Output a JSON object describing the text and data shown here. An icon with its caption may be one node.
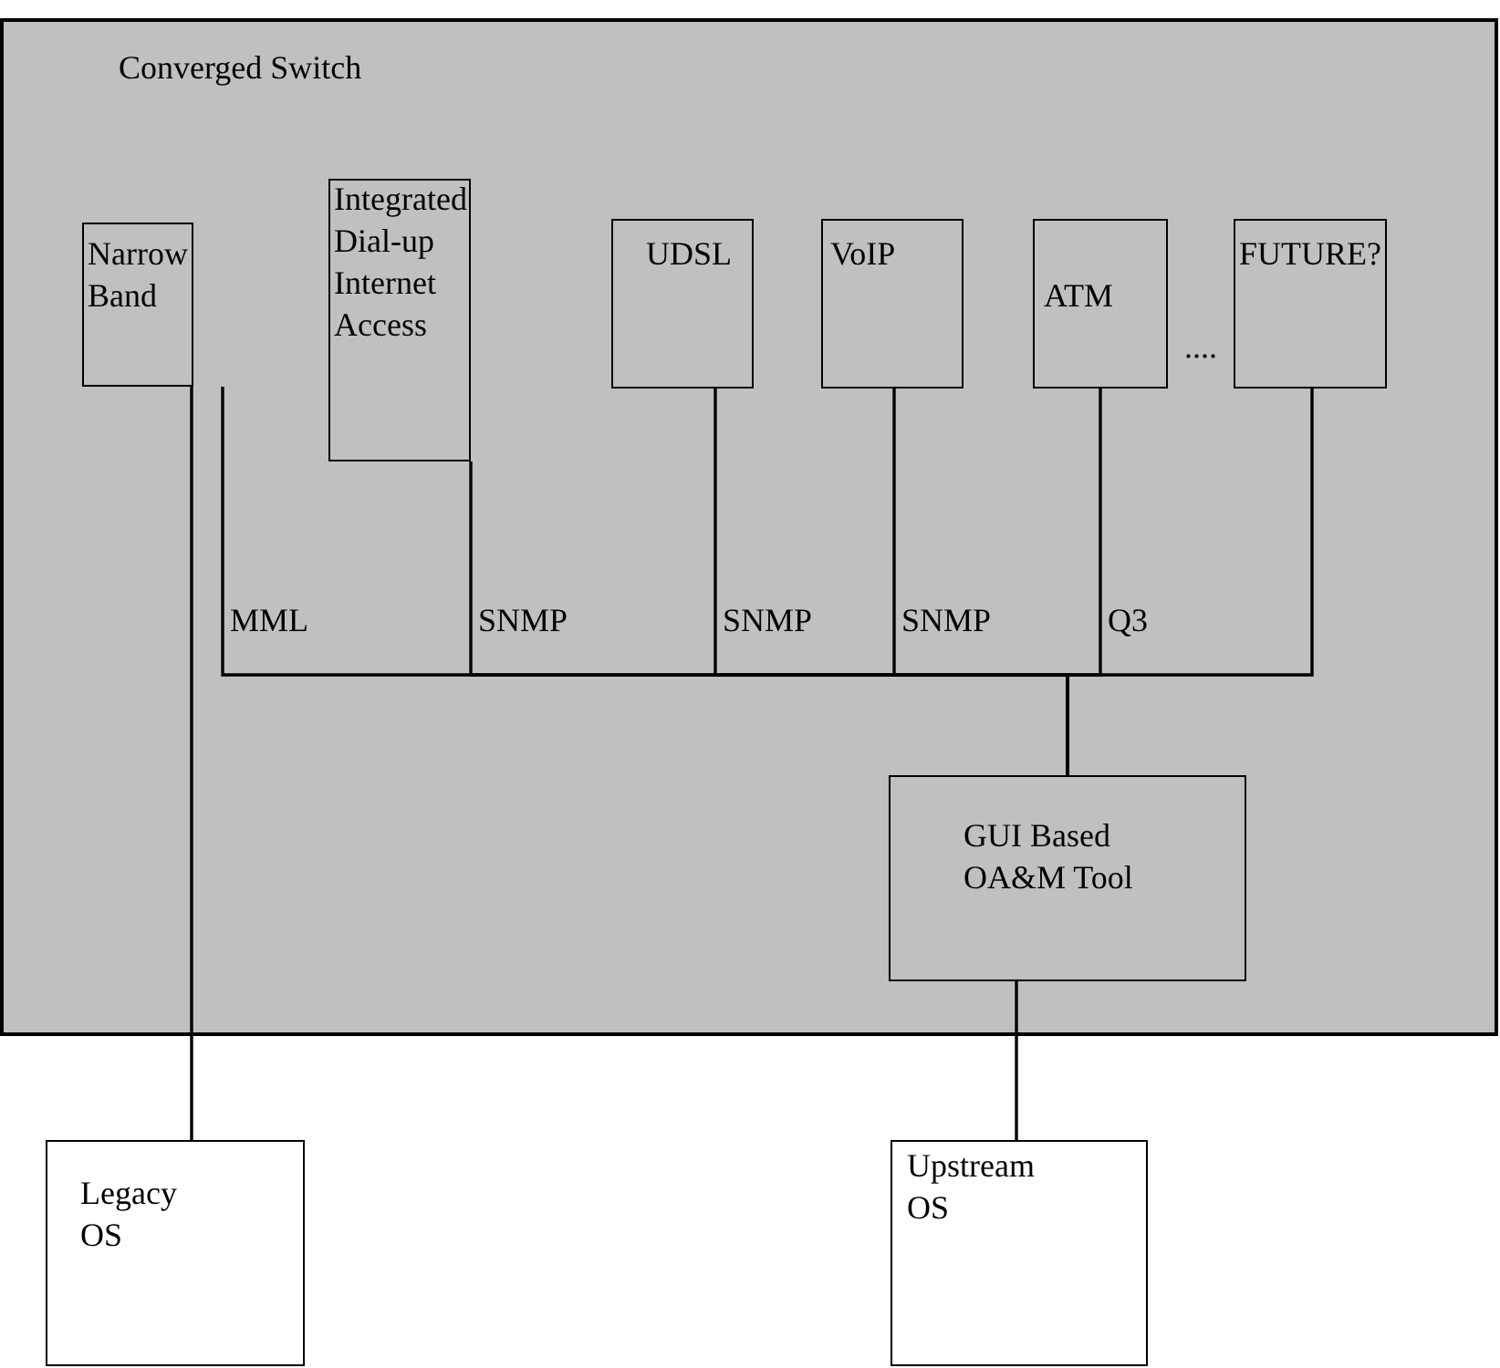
{
  "diagram": {
    "nodes": [
      {
        "text": [
          "Converged Switch"
        ]
      },
      {
        "text": [
          "Narrow Band"
        ],
        "in": 0
      },
      {
        "text": [
          "Integrated Dial-up Internet Access"
        ],
        "in": 0
      },
      {
        "text": [
          "UDSL"
        ],
        "in": 0
      },
      {
        "text": [
          "VoIP"
        ],
        "in": 0
      },
      {
        "text": [
          "ATM"
        ],
        "in": 0
      },
      {
        "text": [
          "FUTURE?"
        ],
        "in": 0
      },
      {
        "text": [
          "GUI Based OA&M Tool"
        ],
        "in": 0
      },
      {
        "text": [
          "Legacy OS"
        ]
      },
      {
        "text": [
          "Upstream OS"
        ]
      }
    ],
    "edges": [
      {
        "from": 1,
        "to": 7,
        "label": "MML",
        "arrow": "none"
      },
      {
        "from": 2,
        "to": 7,
        "label": "SNMP",
        "arrow": "none"
      },
      {
        "from": 3,
        "to": 7,
        "label": "SNMP",
        "arrow": "none"
      },
      {
        "from": 4,
        "to": 7,
        "label": "SNMP",
        "arrow": "none"
      },
      {
        "from": 5,
        "to": 7,
        "label": "Q3",
        "arrow": "none"
      },
      {
        "from": 6,
        "to": 7,
        "arrow": "none"
      },
      {
        "from": 1,
        "to": 8,
        "arrow": "none"
      },
      {
        "from": 7,
        "to": 9,
        "arrow": "none"
      }
    ],
    "labels": [
      "...."
    ]
  }
}
